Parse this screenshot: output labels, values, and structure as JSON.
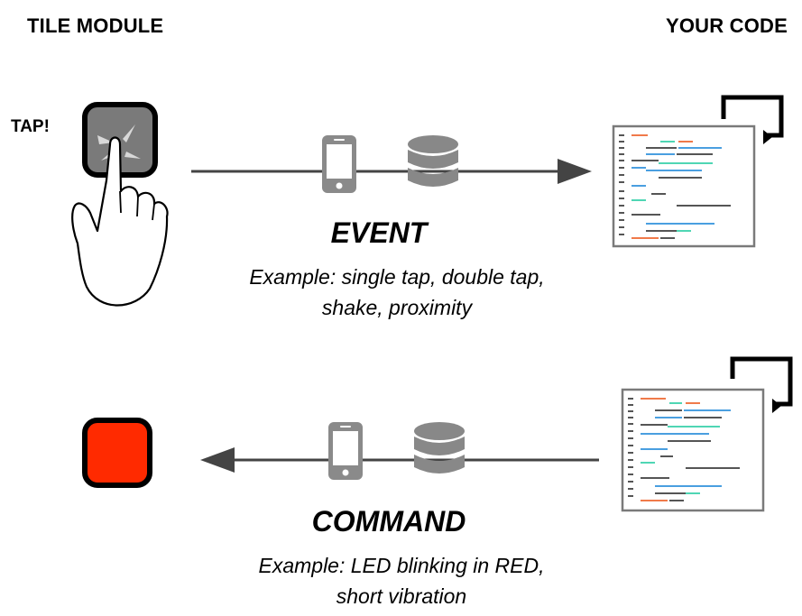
{
  "headers": {
    "left": "TILE MODULE",
    "right": "YOUR CODE"
  },
  "tap_label": "TAP!",
  "event": {
    "title": "EVENT",
    "example_line1": "Example: single tap, double tap,",
    "example_line2": "shake, proximity"
  },
  "command": {
    "title": "COMMAND",
    "example_line1": "Example: LED blinking in RED,",
    "example_line2": "short vibration"
  },
  "colors": {
    "tile_gray": "#7a7a7a",
    "tile_red": "#ff2a00",
    "arrow": "#444444",
    "icon_gray": "#888888",
    "code_orange": "#f07a4a",
    "code_teal": "#4fd6b4",
    "code_blue": "#4a9fe0",
    "code_gray": "#555555"
  },
  "icons": [
    "hand-tap-icon",
    "phone-icon",
    "database-icon",
    "code-window-icon",
    "refresh-icon"
  ]
}
